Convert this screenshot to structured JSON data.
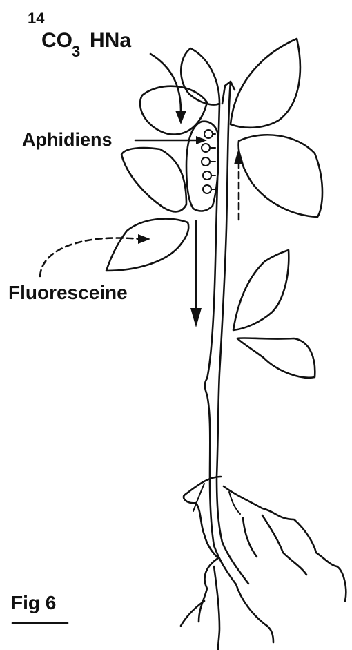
{
  "labels": {
    "isotope_sup": "14",
    "carbonate_main": "CO",
    "carbonate_sub": "3",
    "carbonate_rest": "HNa",
    "aphids": "Aphidiens",
    "dye": "Fluoresceine",
    "figure": "Fig 6"
  }
}
